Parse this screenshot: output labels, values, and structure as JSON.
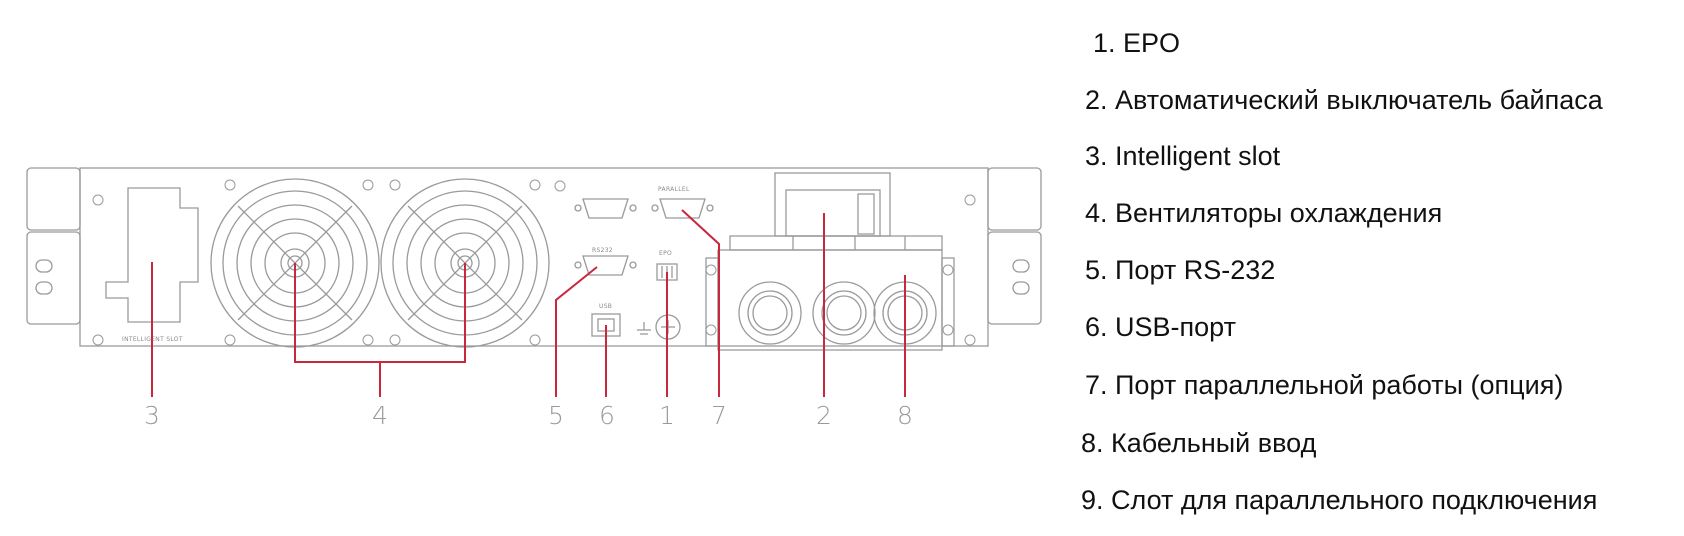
{
  "panel": {
    "labels": {
      "parallel": "PARALLEL",
      "rs232": "RS232",
      "epo": "EPO",
      "usb": "USB",
      "intelligent_slot": "INTELLIGENT SLOT"
    }
  },
  "callouts": [
    "3",
    "4",
    "5",
    "6",
    "1",
    "7",
    "2",
    "8"
  ],
  "legend": [
    "1. EPO",
    "2. Автоматический выключатель байпаса",
    "3. Intelligent slot",
    "4. Вентиляторы охлаждения",
    "5. Порт RS-232",
    "6. USB-порт",
    "7. Порт параллельной работы (опция)",
    "8. Кабельный ввод",
    "9. Слот для параллельного подключения"
  ],
  "colors": {
    "leader": "#c8283c",
    "outline": "#9a9a9a",
    "text": "#111111"
  }
}
